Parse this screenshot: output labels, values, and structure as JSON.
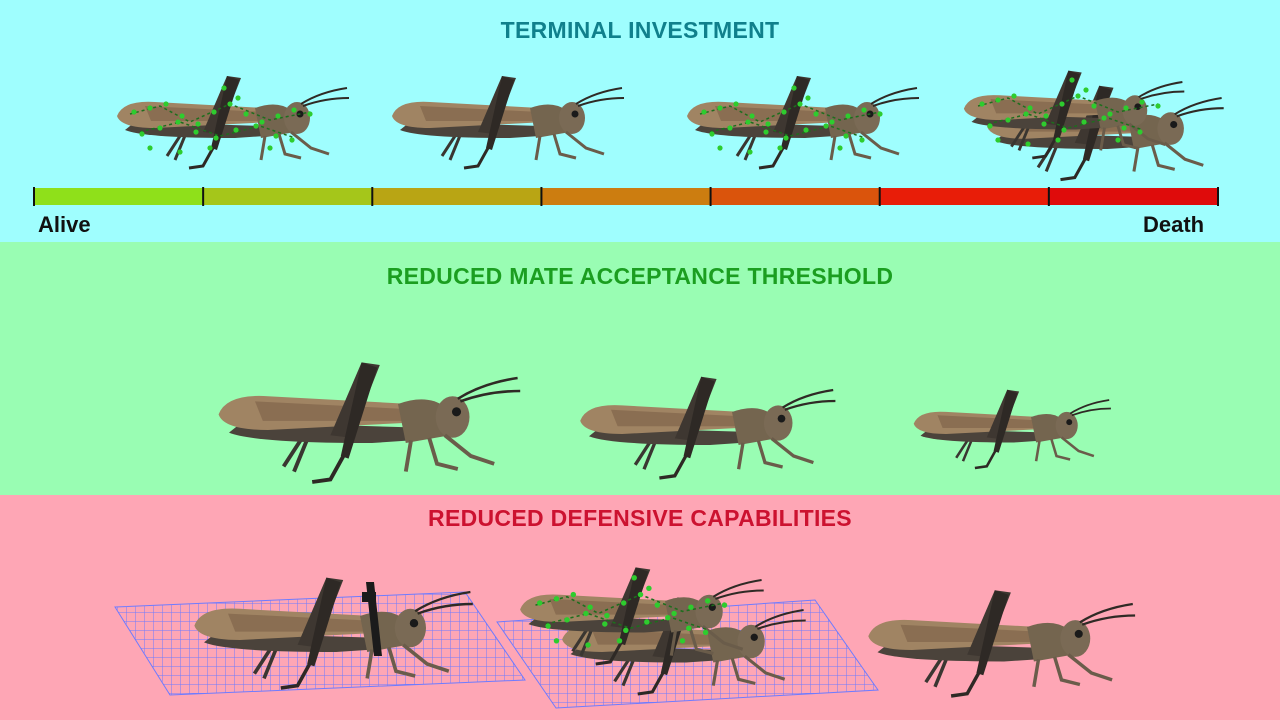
{
  "sections": {
    "terminal": {
      "title": "TERMINAL INVESTMENT",
      "color": "#10808c"
    },
    "mate": {
      "title": "REDUCED MATE ACCEPTANCE THRESHOLD",
      "color": "#1b9e20"
    },
    "defense": {
      "title": "REDUCED DEFENSIVE CAPABILITIES",
      "color": "#cc1230"
    }
  },
  "timeline": {
    "start_label": "Alive",
    "end_label": "Death",
    "segment_colors": [
      "#8fe01a",
      "#a5c61a",
      "#b9a514",
      "#cc7d10",
      "#da540c",
      "#e81d08",
      "#df0b0b"
    ]
  },
  "colors": {
    "top_bg": "#9ffefe",
    "mid_bg": "#99fdb3",
    "bot_bg": "#fea6b5",
    "parasite": "#2ecc2e",
    "grid": "#6e7bff"
  },
  "icons": [
    "grasshopper-icon",
    "parasite-infestation-icon",
    "grid-mesh-icon",
    "forceps-icon"
  ]
}
